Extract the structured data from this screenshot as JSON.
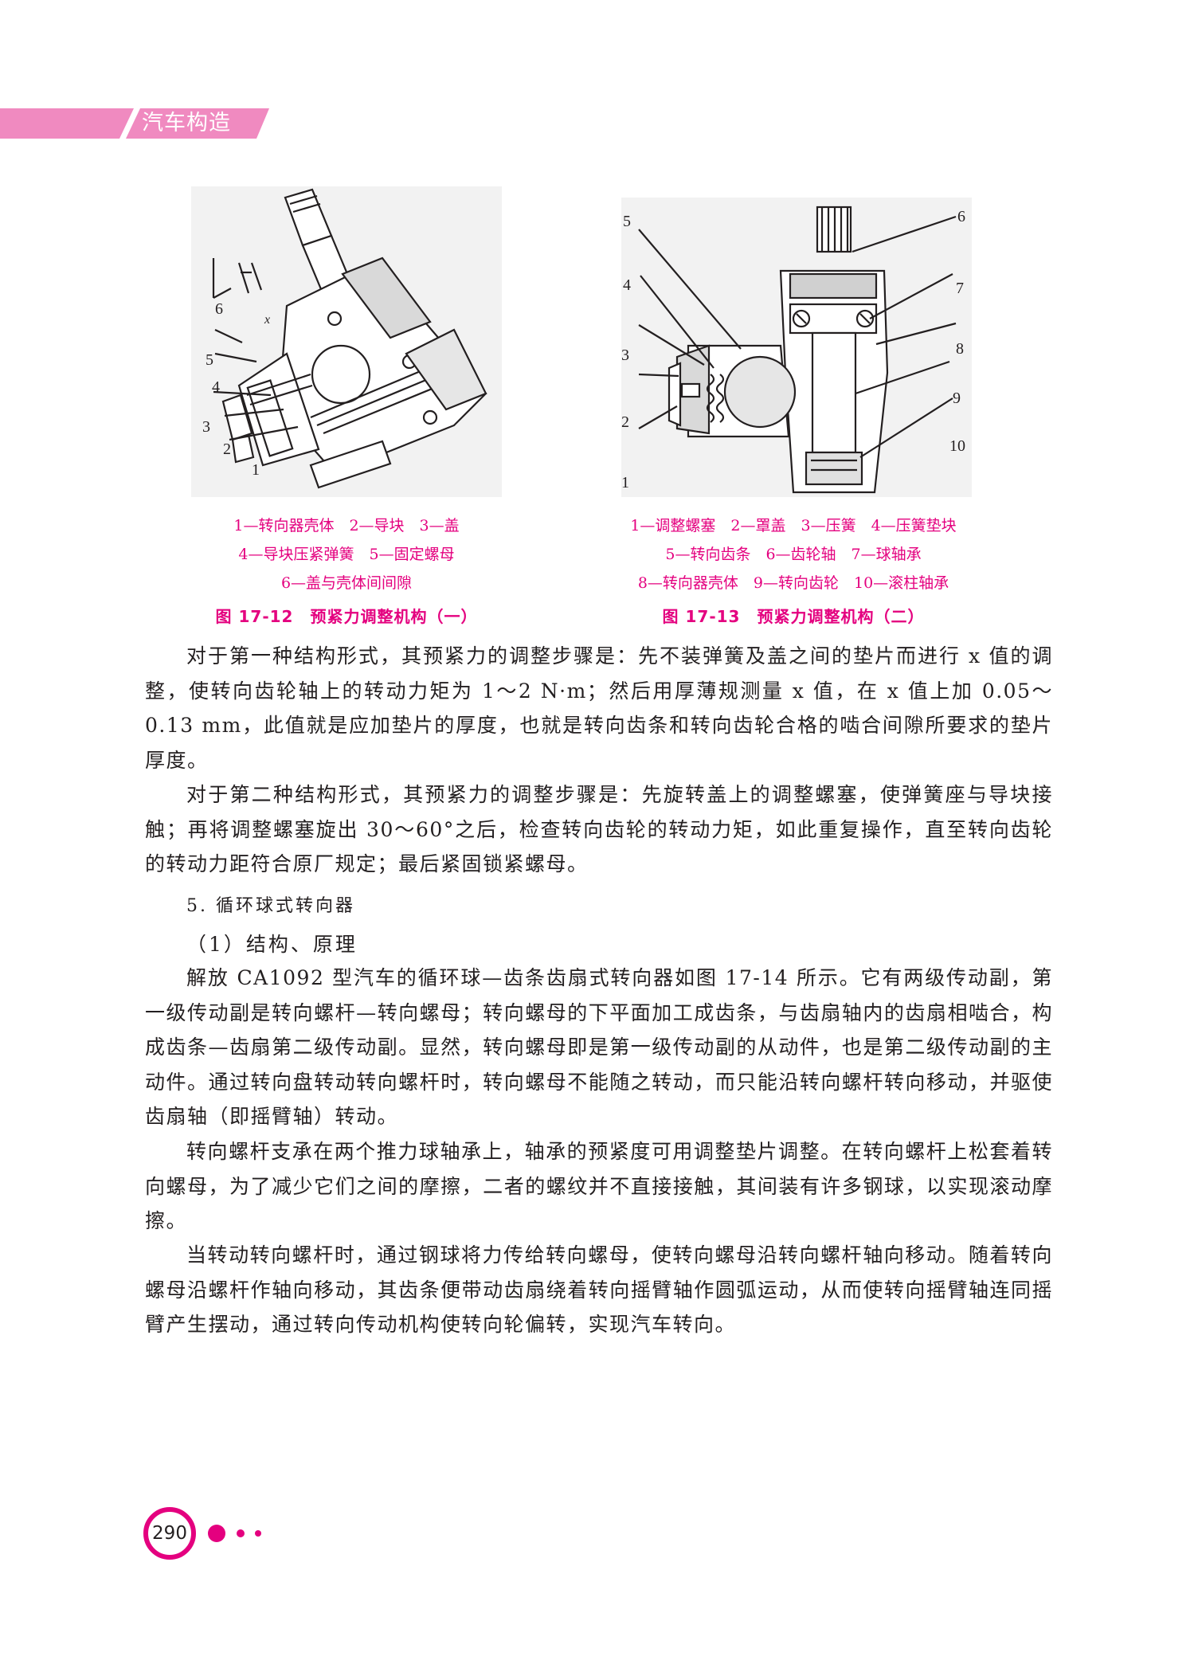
{
  "header": {
    "book_title": "汽车构造",
    "band_color": "#f08ac0",
    "accent_color": "#e4007f"
  },
  "figure_left": {
    "callouts": [
      "6",
      "x",
      "5",
      "4",
      "3",
      "2",
      "1"
    ],
    "legend": [
      "1—转向器壳体　2—导块　3—盖",
      "4—导块压紧弹簧　5—固定螺母",
      "6—盖与壳体间间隙"
    ],
    "caption": "图 17-12　预紧力调整机构（一）"
  },
  "figure_right": {
    "callouts": [
      "5",
      "4",
      "3",
      "2",
      "1",
      "6",
      "7",
      "8",
      "9",
      "10"
    ],
    "legend": [
      "1—调整螺塞　2—罩盖　3—压簧　4—压簧垫块",
      "5—转向齿条　6—齿轮轴　7—球轴承",
      "8—转向器壳体　9—转向齿轮　10—滚柱轴承"
    ],
    "caption": "图 17-13　预紧力调整机构（二）"
  },
  "body": {
    "para1": "对于第一种结构形式，其预紧力的调整步骤是：先不装弹簧及盖之间的垫片而进行 x 值的调整，使转向齿轮轴上的转动力矩为 1～2 N·m；然后用厚薄规测量 x 值，在 x 值上加 0.05～0.13 mm，此值就是应加垫片的厚度，也就是转向齿条和转向齿轮合格的啮合间隙所要求的垫片厚度。",
    "para2": "对于第二种结构形式，其预紧力的调整步骤是：先旋转盖上的调整螺塞，使弹簧座与导块接触；再将调整螺塞旋出 30～60°之后，检查转向齿轮的转动力矩，如此重复操作，直至转向齿轮的转动力距符合原厂规定；最后紧固锁紧螺母。",
    "section5": "5. 循环球式转向器",
    "sub1": "（1）结构、原理",
    "para3": "解放 CA1092 型汽车的循环球—齿条齿扇式转向器如图 17-14 所示。它有两级传动副，第一级传动副是转向螺杆—转向螺母；转向螺母的下平面加工成齿条，与齿扇轴内的齿扇相啮合，构成齿条—齿扇第二级传动副。显然，转向螺母即是第一级传动副的从动件，也是第二级传动副的主动件。通过转向盘转动转向螺杆时，转向螺母不能随之转动，而只能沿转向螺杆转向移动，并驱使齿扇轴（即摇臂轴）转动。",
    "para4": "转向螺杆支承在两个推力球轴承上，轴承的预紧度可用调整垫片调整。在转向螺杆上松套着转向螺母，为了减少它们之间的摩擦，二者的螺纹并不直接接触，其间装有许多钢球，以实现滚动摩擦。",
    "para5": "当转动转向螺杆时，通过钢球将力传给转向螺母，使转向螺母沿转向螺杆轴向移动。随着转向螺母沿螺杆作轴向移动，其齿条便带动齿扇绕着转向摇臂轴作圆弧运动，从而使转向摇臂轴连同摇臂产生摆动，通过转向传动机构使转向轮偏转，实现汽车转向。"
  },
  "footer": {
    "page_number": "290"
  }
}
